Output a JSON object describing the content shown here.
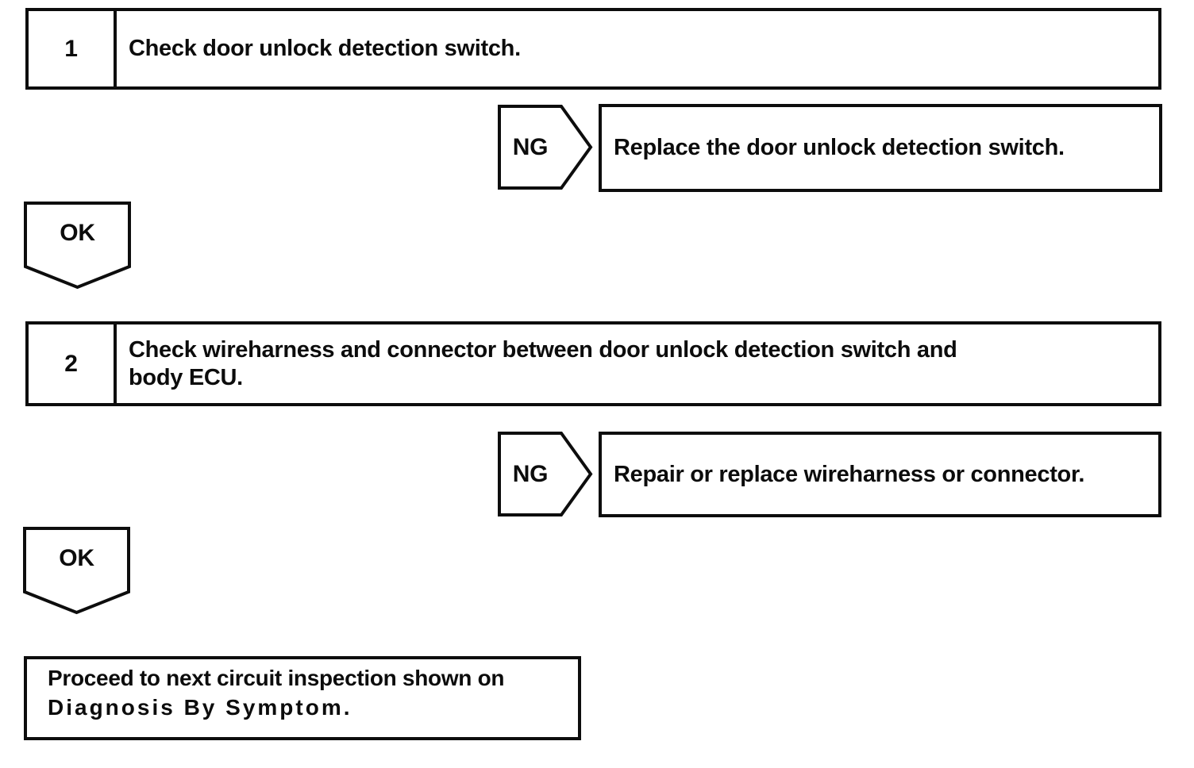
{
  "flowchart": {
    "steps": [
      {
        "number": "1",
        "instruction_lines": [
          "Check door unlock detection switch."
        ],
        "ng_label": "NG",
        "ng_result": "Replace the door unlock detection switch.",
        "ok_label": "OK"
      },
      {
        "number": "2",
        "instruction_lines": [
          "Check wireharness and connector between door unlock detection switch and",
          "body ECU."
        ],
        "ng_label": "NG",
        "ng_result": "Repair or replace wireharness or connector.",
        "ok_label": "OK"
      }
    ],
    "final": {
      "lines": [
        "Proceed to next circuit inspection shown on",
        "Diagnosis By Symptom."
      ]
    },
    "colors": {
      "ink": "#0d0d0d",
      "paper": "#ffffff"
    }
  }
}
